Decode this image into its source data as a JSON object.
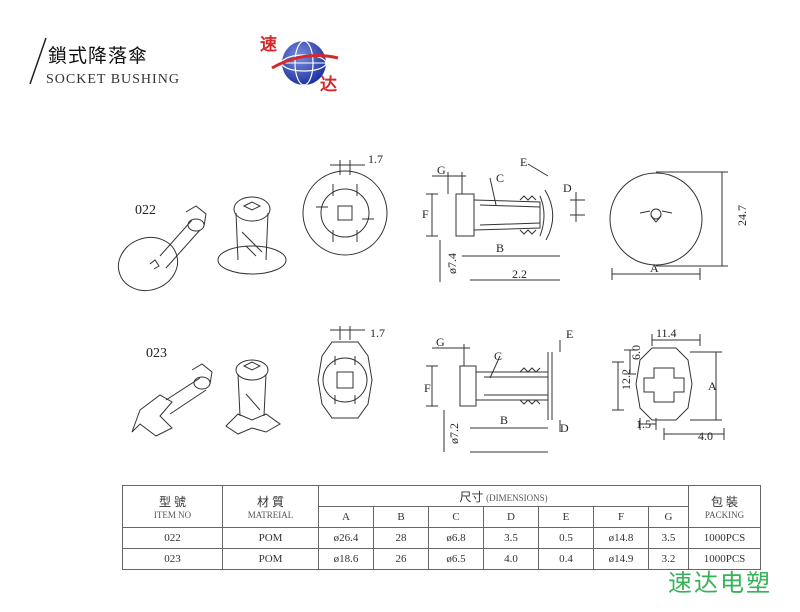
{
  "header": {
    "title_cn": "鎖式降落傘",
    "title_en": "SOCKET BUSHING",
    "logo_char_top": "速",
    "logo_char_bottom": "达"
  },
  "row1": {
    "model": "022",
    "dims": {
      "top_width": "1.7",
      "G": "G",
      "C": "C",
      "E": "E",
      "D": "D",
      "F": "F",
      "B": "B",
      "dia": "ø7.4",
      "len": "2.2",
      "A": "A",
      "height": "24.7"
    }
  },
  "row2": {
    "model": "023",
    "dims": {
      "top_width": "1.7",
      "G": "G",
      "C": "C",
      "E": "E",
      "D": "D",
      "F": "F",
      "B": "B",
      "dia": "ø7.2",
      "w1": "11.4",
      "h1": "6.0",
      "h2": "12.2",
      "w2": "1.5",
      "w3": "4.0",
      "A": "A"
    }
  },
  "table": {
    "headers": {
      "item_cn": "型 號",
      "item_en": "ITEM NO",
      "mat_cn": "材 質",
      "mat_en": "MATREIAL",
      "dim_cn": "尺寸",
      "dim_en": "(DIMENSIONS)",
      "pack_cn": "包 裝",
      "pack_en": "PACKING"
    },
    "dim_cols": [
      "A",
      "B",
      "C",
      "D",
      "E",
      "F",
      "G"
    ],
    "rows": [
      {
        "item": "022",
        "material": "POM",
        "A": "ø26.4",
        "B": "28",
        "C": "ø6.8",
        "D": "3.5",
        "E": "0.5",
        "F": "ø14.8",
        "G": "3.5",
        "packing": "1000PCS"
      },
      {
        "item": "023",
        "material": "POM",
        "A": "ø18.6",
        "B": "26",
        "C": "ø6.5",
        "D": "4.0",
        "E": "0.4",
        "F": "ø14.9",
        "G": "3.2",
        "packing": "1000PCS"
      }
    ]
  },
  "watermark": "速达电塑"
}
